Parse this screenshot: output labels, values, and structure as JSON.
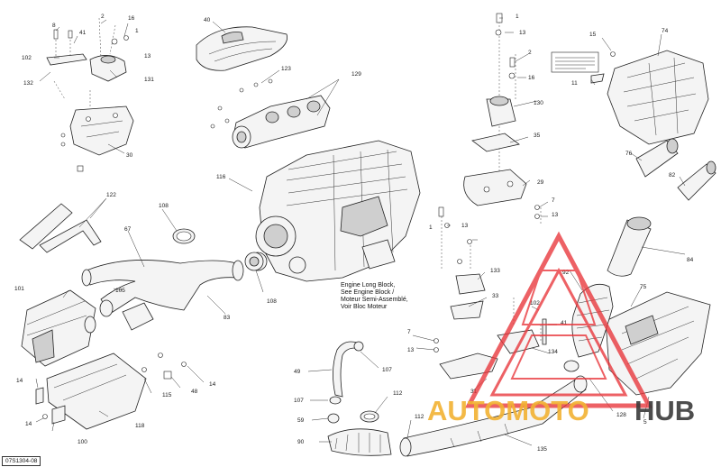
{
  "callouts": {
    "c8": "8",
    "c2": "2",
    "c16": "16",
    "c1a": "1",
    "c41a": "41",
    "c102a": "102",
    "c13a": "13",
    "c132": "132",
    "c131": "131",
    "c30": "30",
    "c40": "40",
    "c123": "123",
    "c129": "129",
    "c116": "116",
    "c1b": "1",
    "c13b": "13",
    "c2b": "2",
    "c16b": "16",
    "c130": "130",
    "c35": "35",
    "c29": "29",
    "c7a": "7",
    "c13c": "13",
    "c1c": "1",
    "c13d": "13",
    "c133": "133",
    "c33": "33",
    "c102b": "102",
    "c41b": "41",
    "c7b": "7",
    "c13e": "13",
    "c134": "134",
    "c15": "15",
    "c74": "74",
    "c11": "11",
    "c76": "76",
    "c82": "82",
    "c84": "84",
    "c92": "92",
    "c75": "75",
    "c122": "122",
    "c108a": "108",
    "c67": "67",
    "c101": "101",
    "c105": "105",
    "c83": "83",
    "c108b": "108",
    "c14a": "14",
    "c115": "115",
    "c48": "48",
    "c14b": "14",
    "c14c": "14",
    "c118": "118",
    "c100": "100",
    "c49": "49",
    "c107a": "107",
    "c107b": "107",
    "c59": "59",
    "c112a": "112",
    "c112b": "112",
    "c90": "90",
    "c135": "135",
    "c31": "31",
    "c128": "128",
    "c5": "5"
  },
  "engine_note": {
    "line1": "Engine Long Block,",
    "line2": "See Engine Block /",
    "line3": "Moteur Semi-Assemblé,",
    "line4": "Voir Bloc Moteur"
  },
  "reference_code": "07S1304-08",
  "watermark": {
    "text_left": "AUTOMOTO",
    "text_right": "HUB",
    "colors": {
      "triangle": "#e8353a",
      "text_left": "#f2b233",
      "text_right": "#3a3a3a"
    }
  }
}
